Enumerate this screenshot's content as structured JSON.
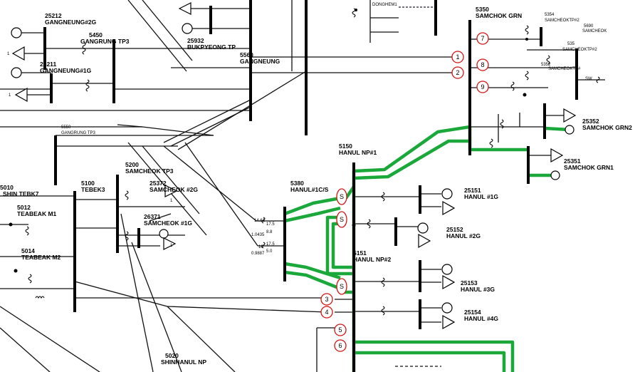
{
  "buses": {
    "b25212_num": "25212",
    "b25212_name": "GANGNEUNG#2G",
    "b5450_num": "5450",
    "b5450_name": "GANGRUNG TP3",
    "b25211_num": "25211",
    "b25211_name": "GANGNEUNG#1G",
    "b25932_num": "25932",
    "b25932_name": "BUKPYEONG TP",
    "b5560_num": "5560",
    "b5560_name": "GANGNEUNG",
    "b5350_num": "5350",
    "b5350_name": "SAMCHOK GRN",
    "b5354_num": "5354",
    "b5354_name": "SAMCHEOKTP#2",
    "b5690_num": "5690",
    "b5690_name": "SAMCHEOK",
    "b535_num": "535",
    "b535_name": "SAMCHEOKTP#2",
    "b5352_num": "5352",
    "b5352_name": "SAMCHEOKTP#",
    "dongheo": "DONGHEM1",
    "b5550_num": "5550",
    "b5550_name": "GANGRUNG TP3",
    "b5150_num": "5150",
    "b5150_name": "HANUL NP#1",
    "b25352_num": "25352",
    "b25352_name": "SAMCHOK GRN2",
    "b25351_num": "25351",
    "b25351_name": "SAMCHOK GRN1",
    "b5200_num": "5200",
    "b5200_name": "SAMCHEOK TP3",
    "b25372_num": "25372",
    "b25372_name": "SAMCHEOK #2G",
    "b26371_num": "26371",
    "b26371_name": "SAMCHEOK #1G",
    "b5380_num": "5380",
    "b5380_name": "HANUL#1C/S",
    "b5100_num": "5100",
    "b5100_name": "TEBEK3",
    "b5010_num": "5010",
    "b5010_name": "SHIN TEBK7",
    "b5012_num": "5012",
    "b5012_name": "TEABEAK M1",
    "b5014_num": "5014",
    "b5014_name": "TEABEAK M2",
    "b25151_num": "25151",
    "b25151_name": "HANUL #1G",
    "b25152_num": "25152",
    "b25152_name": "HANUL #2G",
    "b5151_num": "5151",
    "b5151_name": "HANUL NP#2",
    "b25153_num": "25153",
    "b25153_name": "HANUL #3G",
    "b25154_num": "25154",
    "b25154_name": "HANUL #4G",
    "b5020_num": "5020",
    "b5020_name": "SHINHANUL NP"
  },
  "values": {
    "v1": "14.61",
    "v2": "1.0435",
    "v3": "17.5",
    "v4": "8.8",
    "v5": "17.5",
    "v6": "10",
    "v7": "5.0",
    "v8": "0.9887",
    "sw": "SW",
    "one_a": "1",
    "one_b": "1",
    "one_c": "1",
    "one_d": "1"
  },
  "markers": {
    "m1": "1",
    "m2": "2",
    "m3": "3",
    "m4": "4",
    "m5": "5",
    "m6": "6",
    "m7": "7",
    "m8": "8",
    "m9": "9",
    "s1": "S",
    "s2": "S",
    "s3": "S"
  },
  "colors": {
    "highlight": "#1aa83a",
    "marker": "#d21414",
    "line": "#111111"
  }
}
